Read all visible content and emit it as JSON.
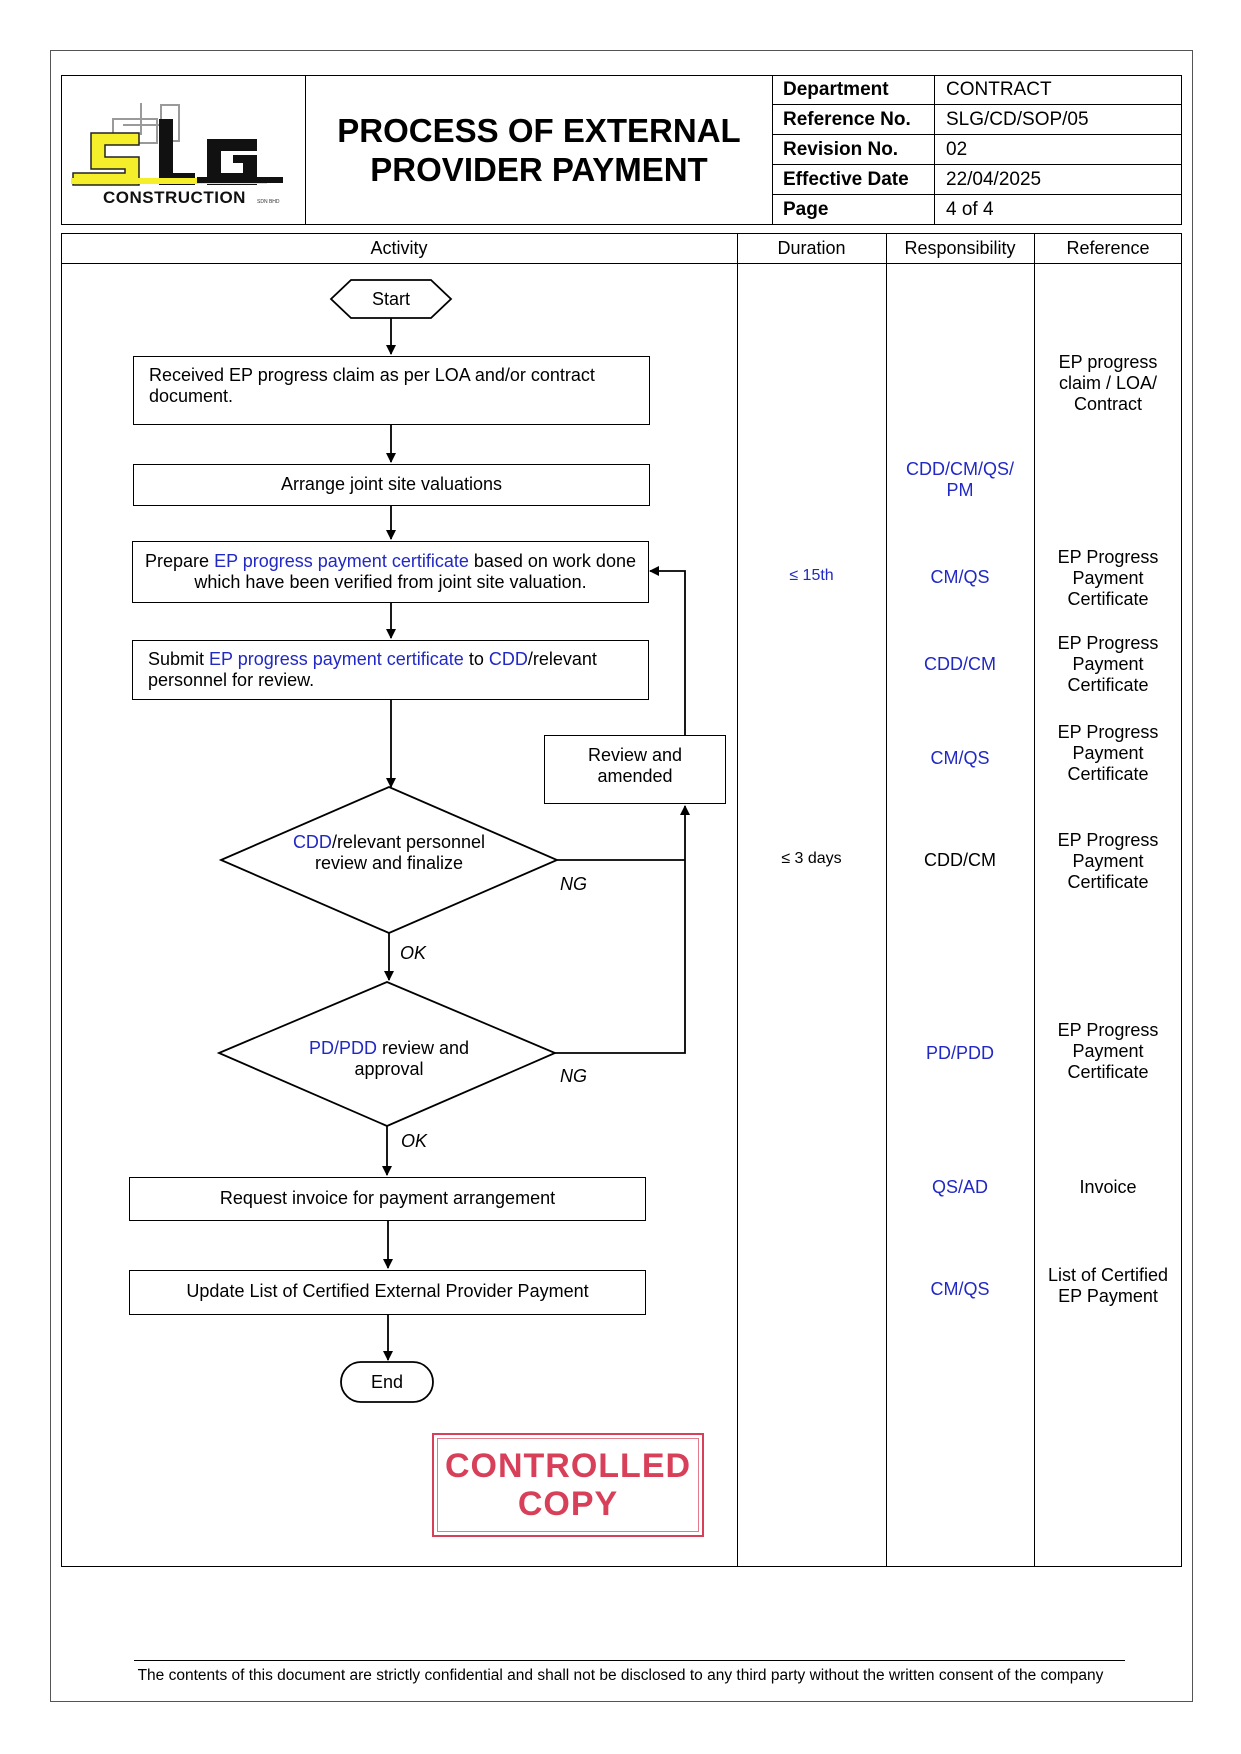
{
  "header": {
    "logo": {
      "letters": "SLG",
      "word": "CONSTRUCTION",
      "suffix": "SDN BHD"
    },
    "title_line1": "PROCESS OF EXTERNAL",
    "title_line2": "PROVIDER PAYMENT",
    "info": [
      {
        "label": "Department",
        "value": "CONTRACT"
      },
      {
        "label": "Reference No.",
        "value": "SLG/CD/SOP/05"
      },
      {
        "label": "Revision No.",
        "value": "02"
      },
      {
        "label": "Effective Date",
        "value": "22/04/2025"
      },
      {
        "label": "Page",
        "value": "4 of 4"
      }
    ]
  },
  "columns": {
    "activity": "Activity",
    "duration": "Duration",
    "responsibility": "Responsibility",
    "reference": "Reference"
  },
  "flow": {
    "start": "Start",
    "step1": "Received EP progress claim as per LOA and/or contract document.",
    "step2": "Arrange joint site valuations",
    "step3": {
      "prefix": "Prepare ",
      "link": "EP progress payment certificate",
      "suffix": " based on work done which have been verified from joint site valuation."
    },
    "step4": {
      "prefix": "Submit ",
      "link": "EP progress payment certificate",
      "mid": " to ",
      "link2": "CDD",
      "suffix": "/relevant personnel for review."
    },
    "review_box": "Review and amended",
    "decision1": {
      "link": "CDD",
      "text": "/relevant personnel review and finalize"
    },
    "decision2": {
      "link": "PD/PDD",
      "text": " review and approval"
    },
    "ng": "NG",
    "ok": "OK",
    "step5": "Request invoice for payment arrangement",
    "step6": "Update List of Certified External Provider Payment",
    "end": "End"
  },
  "duration": {
    "d1": "≤ 15th",
    "d2": "≤ 3 days"
  },
  "responsibility": {
    "r1": "CDD/CM/QS/ PM",
    "r2": "CM/QS",
    "r3": "CDD/CM",
    "r4": "CM/QS",
    "r5": "CDD/CM",
    "r6": "PD/PDD",
    "r7": "QS/AD",
    "r8": "CM/QS"
  },
  "reference": {
    "f1": "EP progress claim / LOA/ Contract",
    "f2": "EP Progress Payment Certificate",
    "f3": "EP Progress Payment Certificate",
    "f4": "EP Progress Payment Certificate",
    "f5": "EP Progress Payment Certificate",
    "f6": "EP Progress Payment Certificate",
    "f7": "Invoice",
    "f8": "List of Certified EP Payment"
  },
  "stamp": {
    "line1": "CONTROLLED",
    "line2": "COPY"
  },
  "footer": "The contents of this document are strictly confidential and shall not be disclosed to any third party without the written consent of the company",
  "colors": {
    "blue_text": "#2128c4",
    "stamp_red": "#d8405a",
    "logo_yellow": "#f5ee2a"
  }
}
